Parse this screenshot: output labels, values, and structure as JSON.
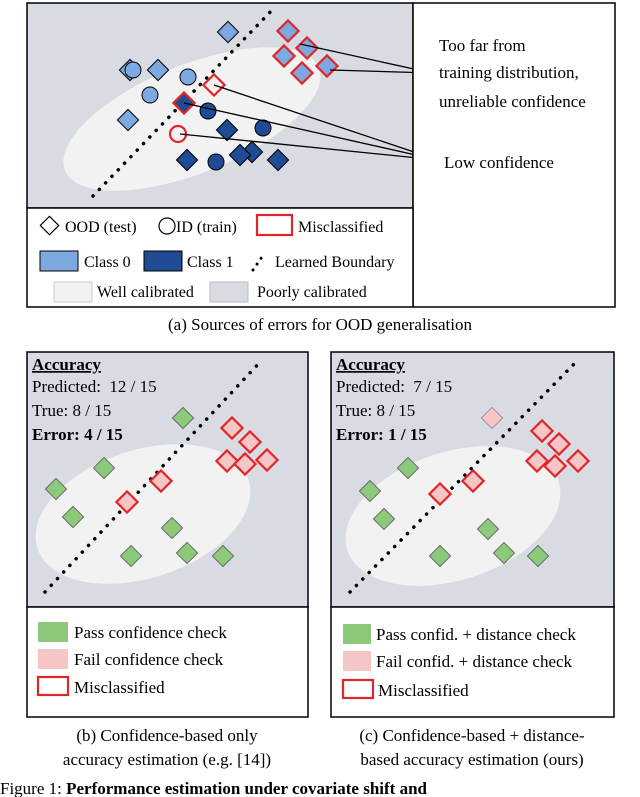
{
  "colors": {
    "poorly_calibrated": "#d9dbe3",
    "well_calibrated": "#f2f2f2",
    "class0": "#7ea8e0",
    "class1": "#1e4b94",
    "misclassified": "#e0262a",
    "pass": "#8cc97a",
    "fail": "#f6c6c6"
  },
  "panel_a": {
    "annotation_far": [
      "Too far from",
      "training distribution,",
      "unreliable confidence"
    ],
    "annotation_low": "Low confidence",
    "legend": {
      "ood": "OOD (test)",
      "id": "ID (train)",
      "misclassified": "Misclassified",
      "class0": "Class 0",
      "class1": "Class 1",
      "boundary": "Learned Boundary",
      "well": "Well calibrated",
      "poorly": "Poorly calibrated"
    },
    "caption": "(a) Sources of errors for OOD generalisation"
  },
  "panel_b": {
    "accuracy_title": "Accuracy",
    "predicted": "Predicted:  12 / 15",
    "true": "True: 8 / 15",
    "error": "Error: 4 / 15",
    "legend": {
      "pass": "Pass confidence check",
      "fail": "Fail confidence check",
      "misclassified": "Misclassified"
    },
    "caption": [
      "(b) Confidence-based only",
      "accuracy estimation (e.g. [14])"
    ]
  },
  "panel_c": {
    "accuracy_title": "Accuracy",
    "predicted": "Predicted:  7 / 15",
    "true": "True: 8 / 15",
    "error": "Error: 1 / 15",
    "legend": {
      "pass": "Pass confid. + distance check",
      "fail": "Fail confid. + distance check",
      "misclassified": "Misclassified"
    },
    "caption": [
      "(c) Confidence-based + distance-",
      "based accuracy estimation (ours)"
    ]
  },
  "figure_caption": {
    "prefix": "Figure 1: ",
    "bold": "Performance estimation under covariate shift and"
  }
}
